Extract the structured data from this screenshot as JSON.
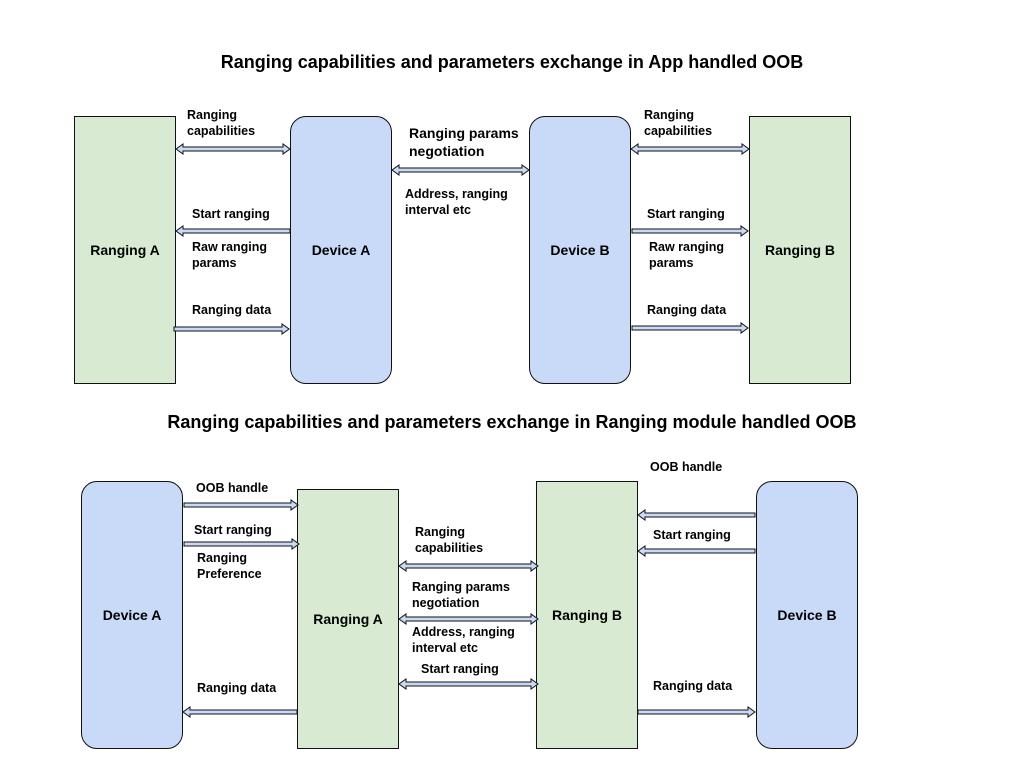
{
  "top": {
    "title": "Ranging capabilities and parameters exchange in App handled OOB",
    "boxes": {
      "ranging_a": "Ranging A",
      "device_a": "Device A",
      "device_b": "Device B",
      "ranging_b": "Ranging B"
    },
    "labels": {
      "left_caps": "Ranging\ncapabilities",
      "left_start": "Start ranging",
      "left_raw": "Raw ranging\nparams",
      "left_data": "Ranging data",
      "mid_negotiation": "Ranging params\nnegotiation",
      "mid_address": "Address, ranging\ninterval etc",
      "right_caps": "Ranging\ncapabilities",
      "right_start": "Start ranging",
      "right_raw": "Raw ranging\nparams",
      "right_data": "Ranging data"
    }
  },
  "bottom": {
    "title": "Ranging capabilities and parameters exchange in Ranging module handled OOB",
    "boxes": {
      "device_a": "Device A",
      "ranging_a": "Ranging A",
      "ranging_b": "Ranging B",
      "device_b": "Device B"
    },
    "labels": {
      "left_oob": "OOB handle",
      "left_start": "Start ranging",
      "left_pref": "Ranging\nPreference",
      "left_data": "Ranging data",
      "mid_caps": "Ranging\ncapabilities",
      "mid_negotiation": "Ranging params\nnegotiation",
      "mid_address": "Address, ranging\ninterval etc",
      "mid_start": "Start ranging",
      "right_oob": "OOB handle",
      "right_start": "Start ranging",
      "right_data": "Ranging data"
    }
  },
  "colors": {
    "ranging_box": "#d9ead3",
    "device_box": "#c9daf8",
    "arrow_fill": "#c9daf8",
    "stroke": "#111111"
  }
}
